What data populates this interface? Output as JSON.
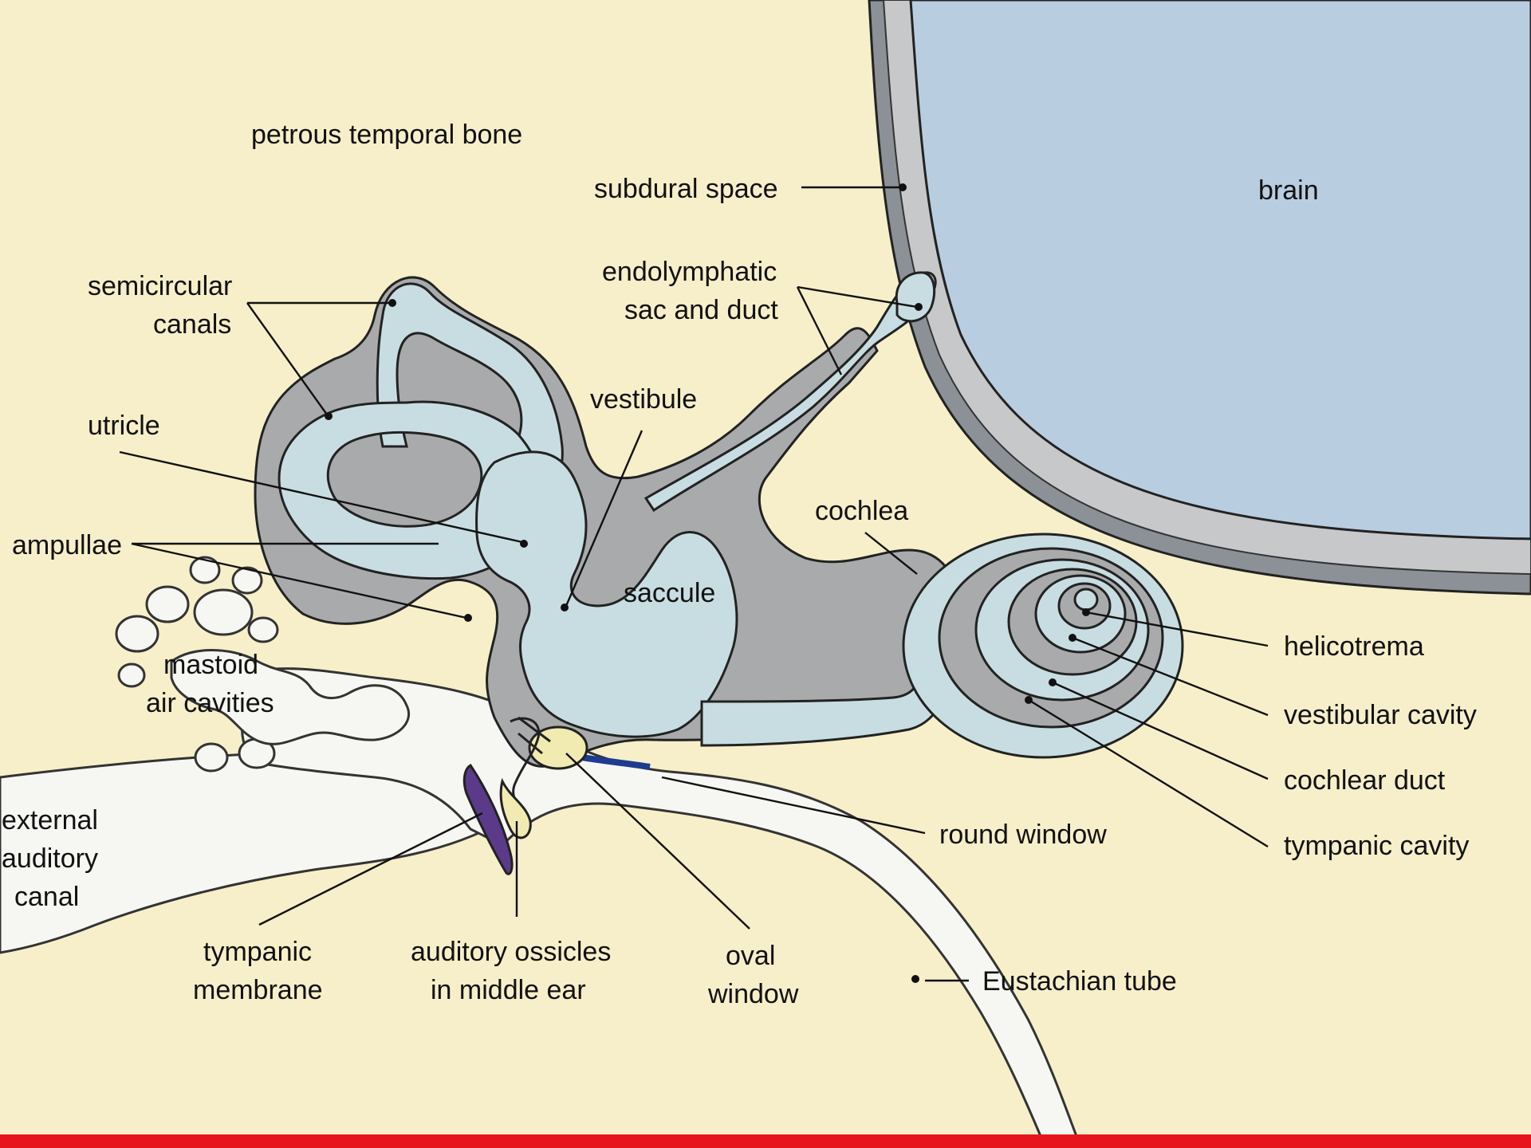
{
  "colors": {
    "background": "#f7efc9",
    "bone_white": "#f6f6f2",
    "brain_fill": "#b9cde0",
    "labyrinth_fill": "#c8dde2",
    "perilymph_gray": "#a8aaab",
    "membrane_blue": "#1d3b8f",
    "tympanic_purple": "#5b3a8a",
    "ossicle_yellow": "#f1ebb2",
    "bar_red": "#e8141b"
  },
  "labels": {
    "petrous_temporal_bone": "petrous temporal bone",
    "subdural_space": "subdural space",
    "brain": "brain",
    "semicircular_canals": [
      "semicircular",
      "canals"
    ],
    "endolymphatic_sac_and_duct": [
      "endolymphatic",
      "sac and duct"
    ],
    "vestibule": "vestibule",
    "utricle": "utricle",
    "cochlea": "cochlea",
    "ampullae": "ampullae",
    "saccule": "saccule",
    "mastoid_air_cavities": [
      "mastoid",
      "air cavities"
    ],
    "helicotrema": "helicotrema",
    "vestibular_cavity": "vestibular cavity",
    "cochlear_duct": "cochlear duct",
    "tympanic_cavity": "tympanic cavity",
    "external_auditory_canal": [
      "external",
      "auditory",
      "canal"
    ],
    "round_window": "round window",
    "tympanic_membrane": [
      "tympanic",
      "membrane"
    ],
    "auditory_ossicles": [
      "auditory ossicles",
      "in middle ear"
    ],
    "oval_window": [
      "oval",
      "window"
    ],
    "eustachian_tube": "Eustachian tube"
  }
}
